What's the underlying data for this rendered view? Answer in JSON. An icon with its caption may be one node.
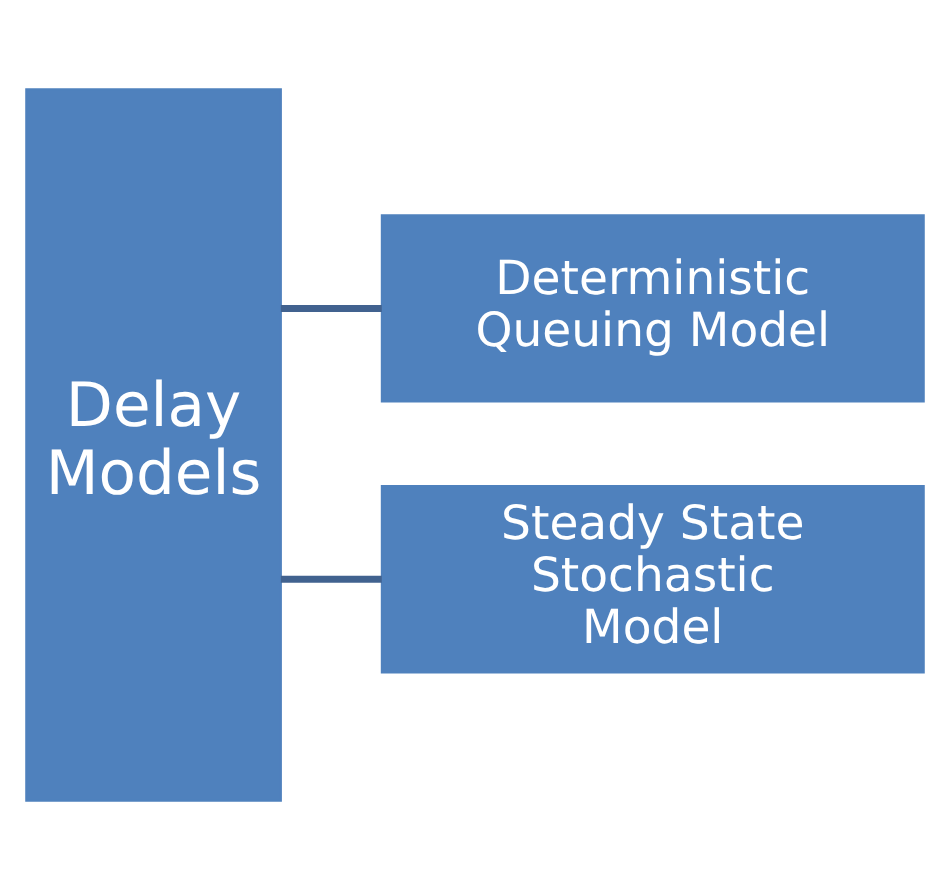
{
  "diagram": {
    "nodes": [
      {
        "text": [
          "Delay Models"
        ]
      },
      {
        "text": [
          "Deterministic Queuing Model"
        ]
      },
      {
        "text": [
          "Steady State Stochastic Model"
        ]
      }
    ],
    "edges": [
      {
        "from": 0,
        "to": 1,
        "arrow": "none"
      },
      {
        "from": 0,
        "to": 2,
        "arrow": "none"
      }
    ]
  }
}
